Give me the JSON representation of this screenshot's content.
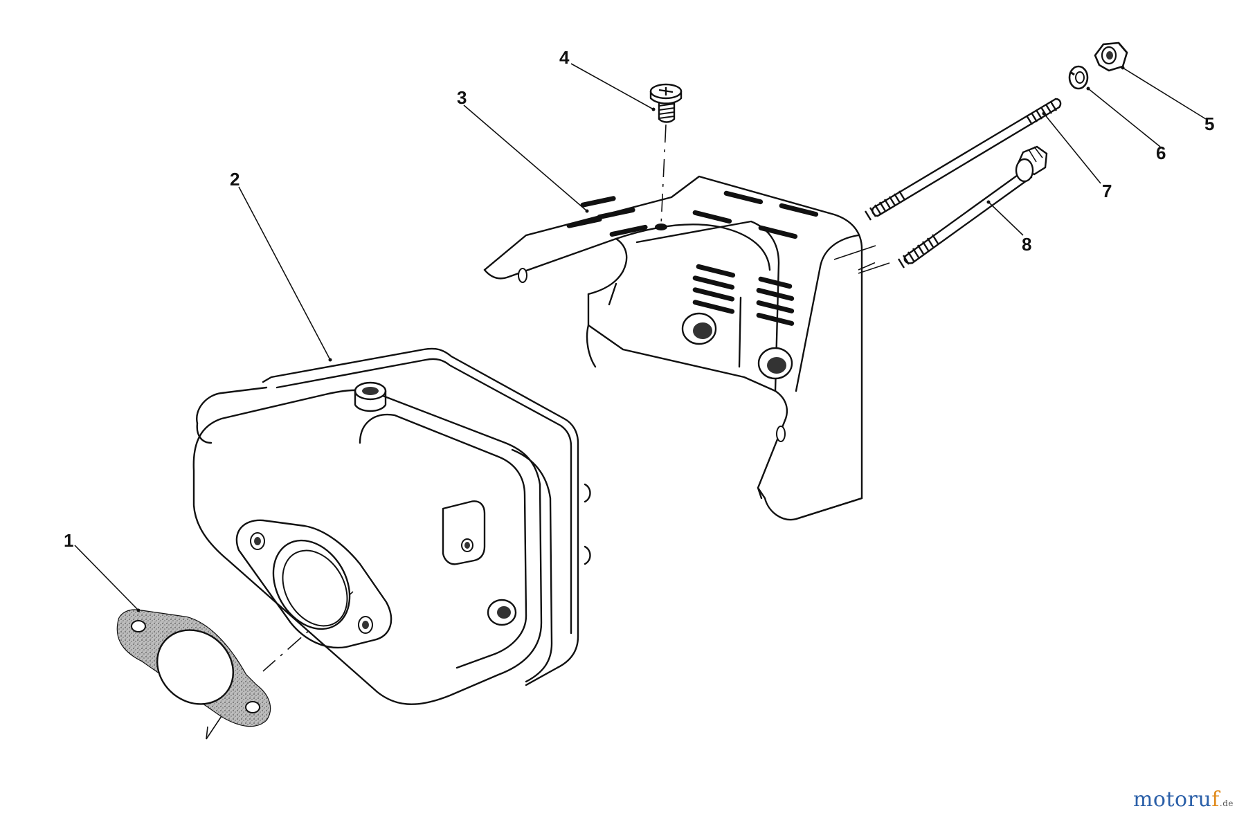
{
  "diagram": {
    "callouts": [
      {
        "id": 1,
        "label": "1",
        "part": "gasket"
      },
      {
        "id": 2,
        "label": "2",
        "part": "muffler"
      },
      {
        "id": 3,
        "label": "3",
        "part": "heat-shield"
      },
      {
        "id": 4,
        "label": "4",
        "part": "screw"
      },
      {
        "id": 5,
        "label": "5",
        "part": "nut"
      },
      {
        "id": 6,
        "label": "6",
        "part": "lock-washer"
      },
      {
        "id": 7,
        "label": "7",
        "part": "stud"
      },
      {
        "id": 8,
        "label": "8",
        "part": "bolt"
      }
    ]
  },
  "watermark": {
    "text_main": "motoru",
    "text_f": "f",
    "text_tld": ".de",
    "colors": {
      "main": "#2a5fa8",
      "accent": "#e08a1a"
    }
  }
}
